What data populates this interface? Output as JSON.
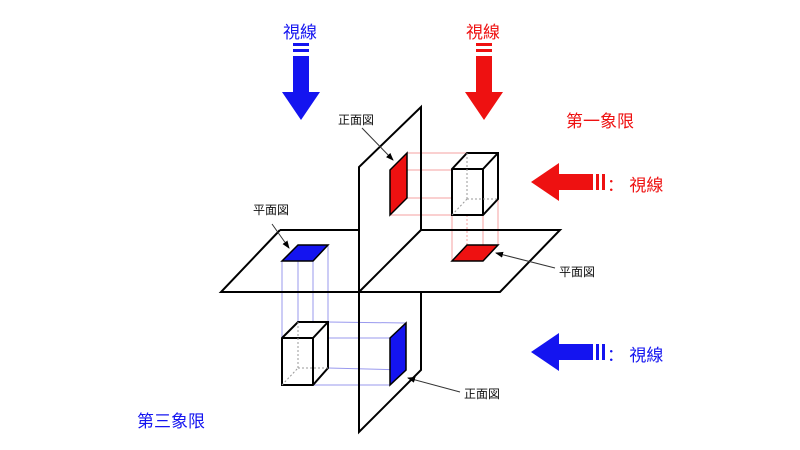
{
  "colors": {
    "blue": "#1414f0",
    "red": "#ee1111",
    "blue_proj": "#9999ee",
    "red_proj": "#f4a0a0"
  },
  "labels": {
    "sightline_top_blue": "視線",
    "sightline_top_red": "視線",
    "sightline_right_red": "： 視線",
    "sightline_right_blue": "： 視線",
    "quadrant_first": "第一象限",
    "quadrant_third": "第三象限",
    "front_view_upper": "正面図",
    "front_view_lower": "正面図",
    "plan_view_left": "平面図",
    "plan_view_right": "平面図"
  }
}
